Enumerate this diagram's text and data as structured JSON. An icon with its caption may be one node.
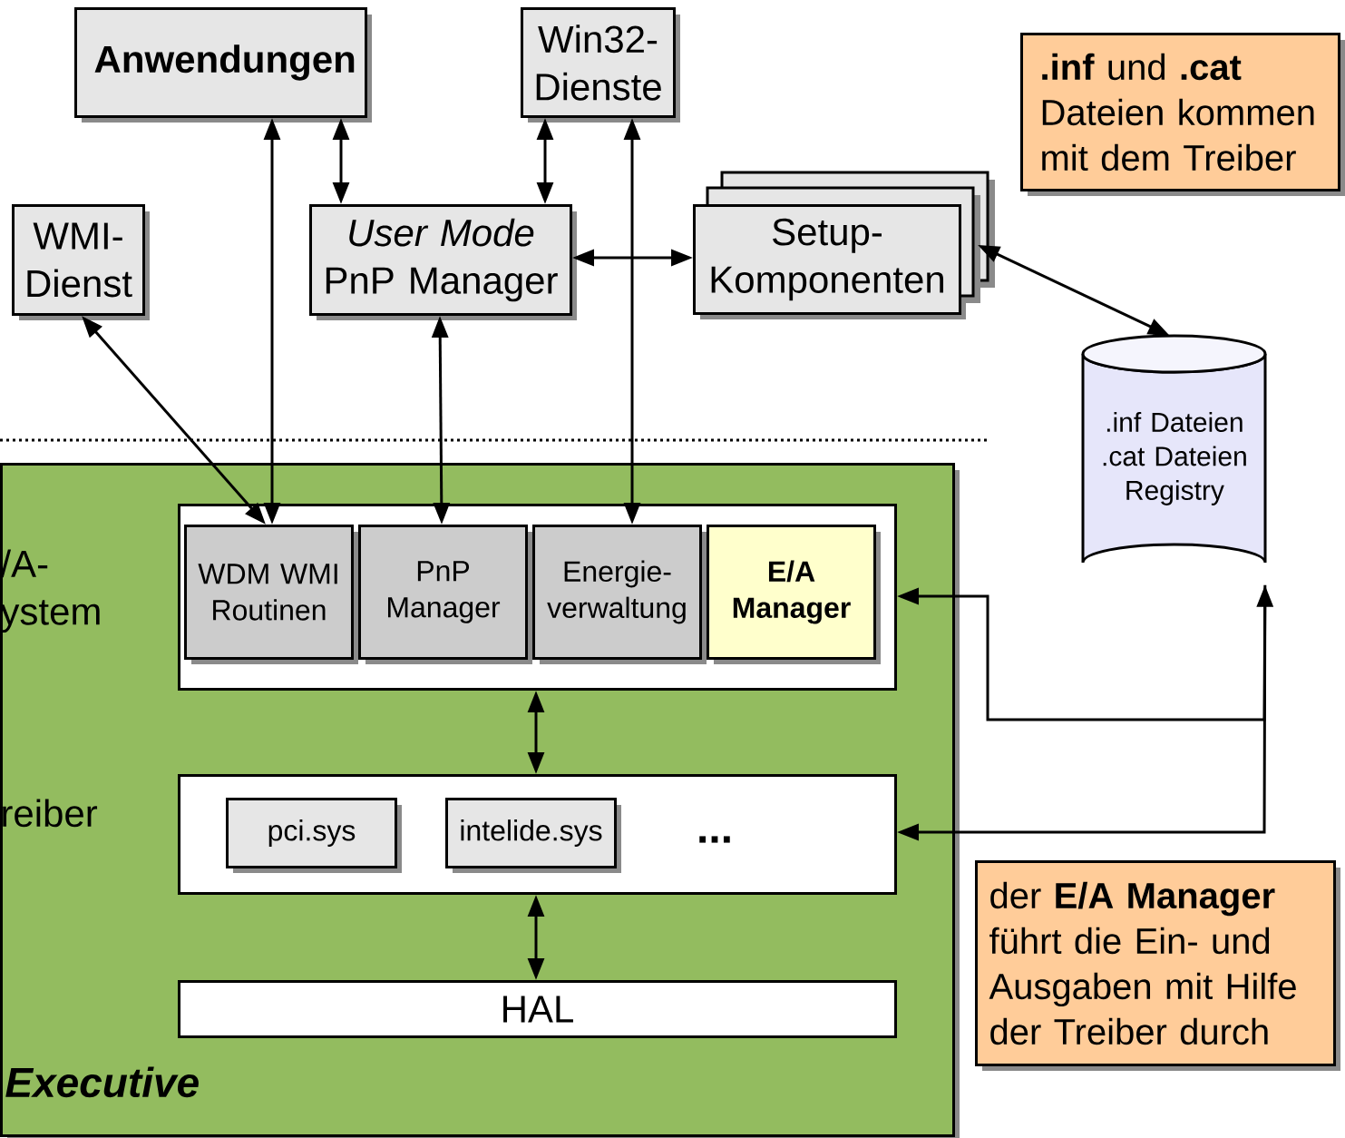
{
  "diagram": {
    "nodes": [
      {
        "text": [
          "Anwendungen"
        ]
      },
      {
        "text": [
          "Win32- Dienste"
        ]
      },
      {
        "text": [
          "**.inf** und **.cat** Dateien kommen mit dem Treiber"
        ]
      },
      {
        "text": [
          "WMI- Dienst"
        ]
      },
      {
        "text": [
          "*User Mode* PnP Manager"
        ]
      },
      {
        "text": [
          "Setup- Komponenten"
        ]
      },
      {
        "text": [
          ".inf Dateien",
          ".cat Dateien",
          "Registry"
        ]
      },
      {
        "text": [
          "/A- ystem",
          "reiber",
          "Executive"
        ]
      },
      {
        "text": [],
        "shape": "box",
        "in": 7
      },
      {
        "text": [
          "WDM WMI Routinen"
        ],
        "in": 8
      },
      {
        "text": [
          "PnP Manager"
        ],
        "in": 8
      },
      {
        "text": [
          "Energie- verwaltung"
        ],
        "in": 8
      },
      {
        "text": [
          "E/A Manager"
        ],
        "in": 8
      },
      {
        "text": [],
        "shape": "box",
        "in": 7
      },
      {
        "text": [
          "pci.sys"
        ],
        "in": 13
      },
      {
        "text": [
          "intelide.sys"
        ],
        "in": 13
      },
      {
        "text": [
          "HAL"
        ],
        "in": 7
      },
      {
        "text": [
          "der **E/A Manager** führt die Ein- und Ausgaben mit Hilfe der Treiber durch"
        ]
      }
    ],
    "edges": [
      {
        "from": 3,
        "to": 9,
        "arrow": "both"
      },
      {
        "from": 0,
        "to": 9,
        "arrow": "both"
      },
      {
        "from": 0,
        "to": 4,
        "arrow": "both"
      },
      {
        "from": 1,
        "to": 4,
        "arrow": "both"
      },
      {
        "from": 1,
        "to": 11,
        "arrow": "both"
      },
      {
        "from": 4,
        "to": 10,
        "arrow": "both"
      },
      {
        "from": 4,
        "to": 5,
        "arrow": "both"
      },
      {
        "from": 5,
        "to": 6,
        "arrow": "both"
      },
      {
        "from": 6,
        "to": 8,
        "arrow": "to"
      },
      {
        "from": 6,
        "to": 13,
        "arrow": "both"
      },
      {
        "from": 8,
        "to": 13,
        "arrow": "both"
      },
      {
        "from": 13,
        "to": 16,
        "arrow": "both"
      }
    ],
    "labels": [
      "..."
    ]
  }
}
